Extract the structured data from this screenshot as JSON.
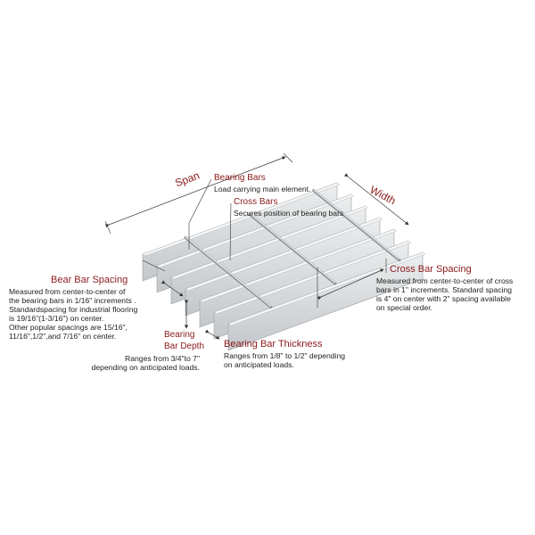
{
  "labels": {
    "span": "Span",
    "width": "Width",
    "bearing_bars": {
      "title": "Bearing Bars",
      "desc": "Load carrying main element."
    },
    "cross_bars": {
      "title": "Cross Bars",
      "desc": "Secures position of bearing bars"
    },
    "bear_bar_spacing": {
      "title": "Bear Bar Spacing",
      "lines": [
        "Measured from center-to-center of",
        "the bearing bars in 1/16\" increments .",
        "Standardspacing for industrial flooring",
        "is 19/16\"(1-3/16\") on center.",
        "Other popular spacings are 15/16\",",
        "11/16\",1/2\",and 7/16\" on center."
      ]
    },
    "bearing_bar_depth": {
      "title_1": "Bearing",
      "title_2": "Bar Depth",
      "lines": [
        "Ranges from 3/4\"to 7\"",
        "depending on anticipated loads."
      ]
    },
    "bearing_bar_thickness": {
      "title": "Bearing Bar Thickness",
      "lines": [
        "Ranges from 1/8\" to 1/2\" depending",
        "on anticipated loads."
      ]
    },
    "cross_bar_spacing": {
      "title": "Cross Bar Spacing",
      "lines": [
        "Measured from center-to-center of cross",
        "bars in 1\" increments. Standard spacing",
        "is 4\" on center with 2\" spacing available",
        "on special order."
      ]
    }
  },
  "colors": {
    "label": "#8b1a1a",
    "text": "#222222",
    "metal": "#d6d8da"
  }
}
